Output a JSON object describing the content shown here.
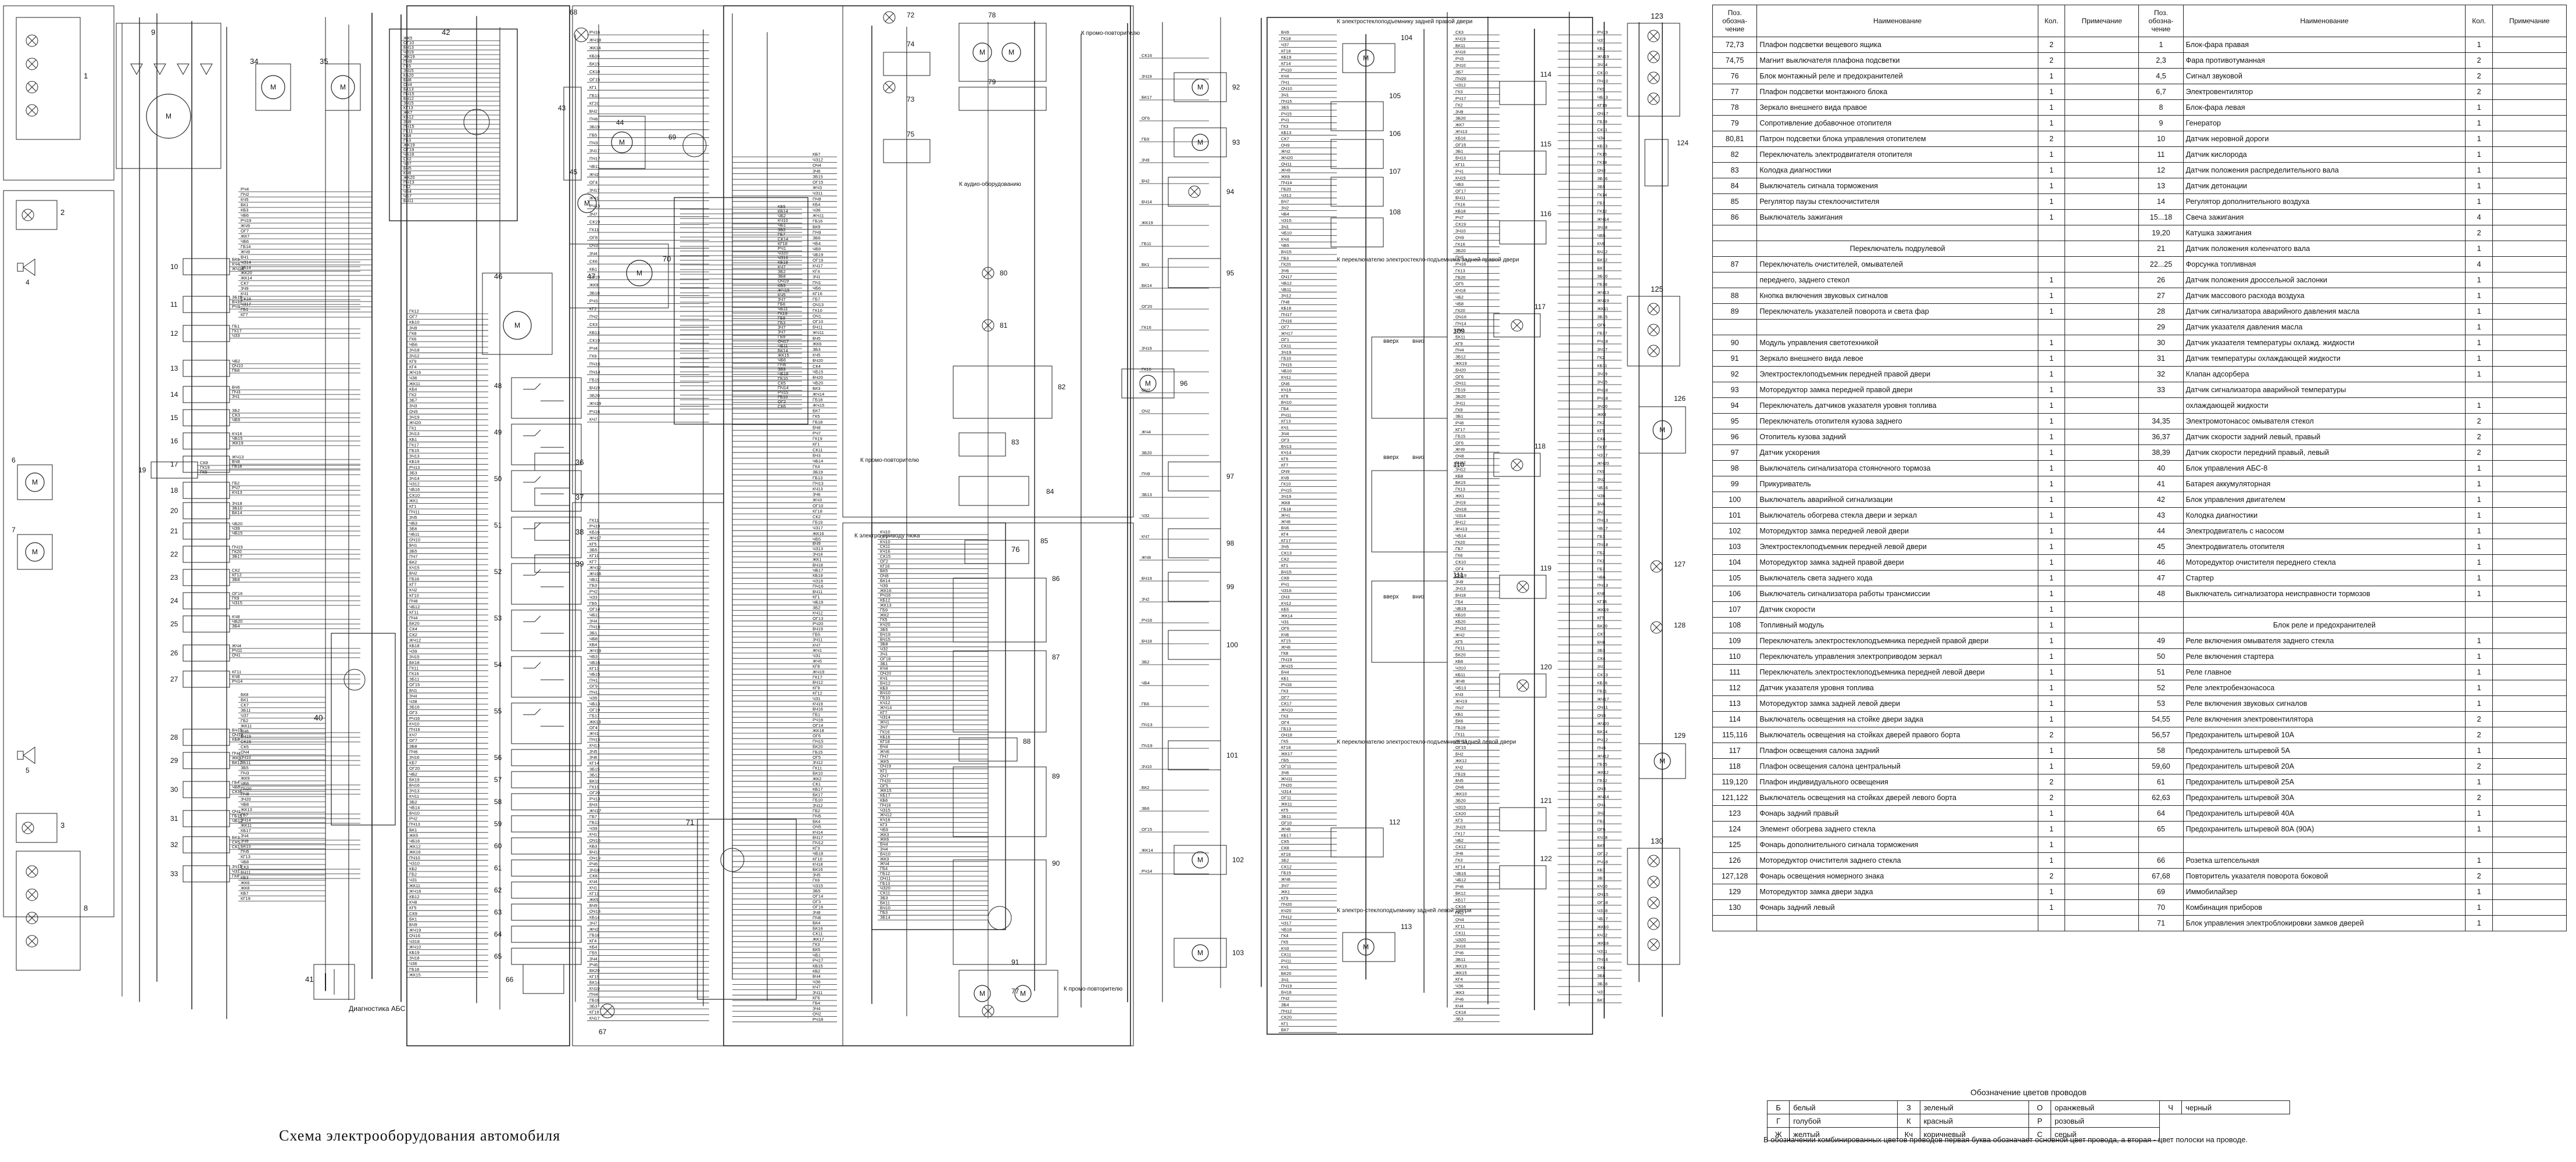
{
  "caption": "Схема электрооборудования автомобиля",
  "diagram": {
    "component_numbers": [
      "1",
      "2",
      "3",
      "4",
      "5",
      "6",
      "7",
      "8",
      "9",
      "10",
      "11",
      "12",
      "13",
      "14",
      "15",
      "16",
      "17",
      "18",
      "19",
      "20",
      "21",
      "22",
      "23",
      "24",
      "25",
      "26",
      "27",
      "28",
      "29",
      "30",
      "31",
      "32",
      "33",
      "34",
      "35",
      "36",
      "37",
      "38",
      "39",
      "40",
      "41",
      "42",
      "43",
      "44",
      "45",
      "46",
      "47",
      "48",
      "49",
      "50",
      "51",
      "52",
      "53",
      "54",
      "55",
      "56",
      "57",
      "58",
      "59",
      "60",
      "61",
      "62",
      "63",
      "64",
      "65",
      "66",
      "67",
      "68",
      "69",
      "70",
      "71",
      "72",
      "73",
      "74",
      "75",
      "76",
      "77",
      "78",
      "79",
      "80",
      "81",
      "82",
      "83",
      "84",
      "85",
      "86",
      "87",
      "88",
      "89",
      "90",
      "91",
      "92",
      "93",
      "94",
      "95",
      "96",
      "97",
      "98",
      "99",
      "100",
      "101",
      "102",
      "103",
      "104",
      "105",
      "106",
      "107",
      "108",
      "109",
      "110",
      "111",
      "112",
      "113",
      "114",
      "115",
      "116",
      "117",
      "118",
      "119",
      "120",
      "121",
      "122",
      "123",
      "124",
      "125",
      "126",
      "127",
      "128",
      "129",
      "130"
    ],
    "annotations": {
      "abs_label": "Диагностика АБС",
      "door_right_front": "К электростеклоподъемнику задней правой двери",
      "door_left_rear": "К электро-стеклоподъемнику задней левой двери",
      "switch_right": "К переключателю электростекло-подъемника задней правой двери",
      "switch_left": "К переключателю электростекло-подъемника задней левой двери",
      "audio": "К аудио-оборудованию",
      "horn_top": "К промо-повторителю",
      "horn_mid": "К промо-повторителю",
      "horn_bottom": "К промо-повторителю",
      "mirror_drive": "К электро-приводу люка",
      "up1": "вверх",
      "down1": "вниз",
      "up2": "вверх",
      "down2": "вниз",
      "up3": "вверх",
      "down3": "вниз"
    }
  },
  "parts_table": {
    "headers": [
      "Поз. обозна-чение",
      "Наименование",
      "Кол.",
      "Примечание",
      "Поз. обозна-чение",
      "Наименование",
      "Кол.",
      "Примечание"
    ],
    "rows": [
      [
        "72,73",
        "Плафон подсветки вещевого ящика",
        "2",
        "",
        "1",
        "Блок-фара правая",
        "1",
        ""
      ],
      [
        "74,75",
        "Магнит выключателя плафона подсветки",
        "2",
        "",
        "2,3",
        "Фара противотуманная",
        "2",
        ""
      ],
      [
        "76",
        "Блок монтажный реле и предохранителей",
        "1",
        "",
        "4,5",
        "Сигнал звуковой",
        "2",
        ""
      ],
      [
        "77",
        "Плафон подсветки монтажного блока",
        "1",
        "",
        "6,7",
        "Электровентилятор",
        "2",
        ""
      ],
      [
        "78",
        "Зеркало внешнего вида правое",
        "1",
        "",
        "8",
        "Блок-фара левая",
        "1",
        ""
      ],
      [
        "79",
        "Сопротивление добавочное отопителя",
        "1",
        "",
        "9",
        "Генератор",
        "1",
        ""
      ],
      [
        "80,81",
        "Патрон подсветки блока управления отопителем",
        "2",
        "",
        "10",
        "Датчик неровной дороги",
        "1",
        ""
      ],
      [
        "82",
        "Переключатель электродвигателя отопителя",
        "1",
        "",
        "11",
        "Датчик кислорода",
        "1",
        ""
      ],
      [
        "83",
        "Колодка диагностики",
        "1",
        "",
        "12",
        "Датчик положения распределительного вала",
        "1",
        ""
      ],
      [
        "84",
        "Выключатель сигнала торможения",
        "1",
        "",
        "13",
        "Датчик детонации",
        "1",
        ""
      ],
      [
        "85",
        "Регулятор паузы стеклоочистителя",
        "1",
        "",
        "14",
        "Регулятор дополнительного воздуха",
        "1",
        ""
      ],
      [
        "86",
        "Выключатель зажигания",
        "1",
        "",
        "15...18",
        "Свеча зажигания",
        "4",
        ""
      ],
      [
        "",
        "",
        "",
        "",
        "19,20",
        "Катушка зажигания",
        "2",
        ""
      ],
      [
        "",
        "Переключатель подрулевой",
        "",
        "",
        "21",
        "Датчик положения коленчатого вала",
        "1",
        ""
      ],
      [
        "87",
        "Переключатель очистителей, омывателей",
        "",
        "",
        "22...25",
        "Форсунка топливная",
        "4",
        ""
      ],
      [
        "",
        "переднего, заднего стекол",
        "1",
        "",
        "26",
        "Датчик положения дроссельной заслонки",
        "1",
        ""
      ],
      [
        "88",
        "Кнопка включения звуковых сигналов",
        "1",
        "",
        "27",
        "Датчик массового расхода воздуха",
        "1",
        ""
      ],
      [
        "89",
        "Переключатель указателей поворота и света фар",
        "1",
        "",
        "28",
        "Датчик сигнализатора аварийного давления масла",
        "1",
        ""
      ],
      [
        "",
        "",
        "",
        "",
        "29",
        "Датчик указателя давления масла",
        "1",
        ""
      ],
      [
        "90",
        "Модуль управления светотехникой",
        "1",
        "",
        "30",
        "Датчик указателя температуры охлажд. жидкости",
        "1",
        ""
      ],
      [
        "91",
        "Зеркало внешнего вида левое",
        "1",
        "",
        "31",
        "Датчик температуры охлаждающей жидкости",
        "1",
        ""
      ],
      [
        "92",
        "Электростеклоподъемник передней правой двери",
        "1",
        "",
        "32",
        "Клапан адсорбера",
        "1",
        ""
      ],
      [
        "93",
        "Моторедуктор замка передней правой двери",
        "1",
        "",
        "33",
        "Датчик сигнализатора аварийной температуры",
        "",
        ""
      ],
      [
        "94",
        "Переключатель датчиков указателя уровня топлива",
        "1",
        "",
        "",
        "охлаждающей жидкости",
        "1",
        ""
      ],
      [
        "95",
        "Переключатель отопителя кузова заднего",
        "1",
        "",
        "34,35",
        "Электромотонасос омывателя стекол",
        "2",
        ""
      ],
      [
        "96",
        "Отопитель кузова задний",
        "1",
        "",
        "36,37",
        "Датчик скорости задний левый, правый",
        "2",
        ""
      ],
      [
        "97",
        "Датчик ускорения",
        "1",
        "",
        "38,39",
        "Датчик скорости передний правый, левый",
        "2",
        ""
      ],
      [
        "98",
        "Выключатель сигнализатора стояночного тормоза",
        "1",
        "",
        "40",
        "Блок управления АБС-8",
        "1",
        ""
      ],
      [
        "99",
        "Прикуриватель",
        "1",
        "",
        "41",
        "Батарея аккумуляторная",
        "1",
        ""
      ],
      [
        "100",
        "Выключатель аварийной сигнализации",
        "1",
        "",
        "42",
        "Блок управления двигателем",
        "1",
        ""
      ],
      [
        "101",
        "Выключатель обогрева стекла двери и зеркал",
        "1",
        "",
        "43",
        "Колодка диагностики",
        "1",
        ""
      ],
      [
        "102",
        "Моторедуктор замка передней левой двери",
        "1",
        "",
        "44",
        "Электродвигатель с насосом",
        "1",
        ""
      ],
      [
        "103",
        "Электростеклоподъемник передней левой двери",
        "1",
        "",
        "45",
        "Электродвигатель отопителя",
        "1",
        ""
      ],
      [
        "104",
        "Моторедуктор замка задней правой двери",
        "1",
        "",
        "46",
        "Моторедуктор очистителя переднего стекла",
        "1",
        ""
      ],
      [
        "105",
        "Выключатель света заднего хода",
        "1",
        "",
        "47",
        "Стартер",
        "1",
        ""
      ],
      [
        "106",
        "Выключатель сигнализатора работы трансмиссии",
        "1",
        "",
        "48",
        "Выключатель сигнализатора неисправности тормозов",
        "1",
        ""
      ],
      [
        "107",
        "Датчик скорости",
        "1",
        "",
        "",
        "",
        "",
        ""
      ],
      [
        "108",
        "Топливный модуль",
        "1",
        "",
        "",
        "Блок реле и предохранителей",
        "",
        ""
      ],
      [
        "109",
        "Переключатель электростеклоподъемника передней правой двери",
        "1",
        "",
        "49",
        "Реле включения омывателя заднего стекла",
        "1",
        ""
      ],
      [
        "110",
        "Переключатель управления электроприводом зеркал",
        "1",
        "",
        "50",
        "Реле включения стартера",
        "1",
        ""
      ],
      [
        "111",
        "Переключатель электростеклоподъемника передней левой двери",
        "1",
        "",
        "51",
        "Реле главное",
        "1",
        ""
      ],
      [
        "112",
        "Датчик указателя уровня топлива",
        "1",
        "",
        "52",
        "Реле электробензонасоса",
        "1",
        ""
      ],
      [
        "113",
        "Моторедуктор замка задней левой двери",
        "1",
        "",
        "53",
        "Реле включения звуковых сигналов",
        "1",
        ""
      ],
      [
        "114",
        "Выключатель освещения на стойке двери задка",
        "1",
        "",
        "54,55",
        "Реле включения электровентилятора",
        "2",
        ""
      ],
      [
        "115,116",
        "Выключатель освещения на стойках дверей правого борта",
        "2",
        "",
        "56,57",
        "Предохранитель штыревой 10А",
        "2",
        ""
      ],
      [
        "117",
        "Плафон освещения салона задний",
        "1",
        "",
        "58",
        "Предохранитель штыревой 5А",
        "1",
        ""
      ],
      [
        "118",
        "Плафон освещения салона центральный",
        "1",
        "",
        "59,60",
        "Предохранитель штыревой 20А",
        "2",
        ""
      ],
      [
        "119,120",
        "Плафон индивидуального освещения",
        "2",
        "",
        "61",
        "Предохранитель штыревой 25А",
        "1",
        ""
      ],
      [
        "121,122",
        "Выключатель освещения на стойках дверей левого борта",
        "2",
        "",
        "62,63",
        "Предохранитель штыревой 30А",
        "2",
        ""
      ],
      [
        "123",
        "Фонарь задний правый",
        "1",
        "",
        "64",
        "Предохранитель штыревой 40А",
        "1",
        ""
      ],
      [
        "124",
        "Элемент обогрева заднего стекла",
        "1",
        "",
        "65",
        "Предохранитель штыревой 80А (90А)",
        "1",
        ""
      ],
      [
        "125",
        "Фонарь дополнительного сигнала торможения",
        "1",
        "",
        "",
        "",
        "",
        ""
      ],
      [
        "126",
        "Моторедуктор очистителя заднего стекла",
        "1",
        "",
        "66",
        "Розетка штепсельная",
        "1",
        ""
      ],
      [
        "127,128",
        "Фонарь освещения номерного знака",
        "2",
        "",
        "67,68",
        "Повторитель указателя поворота боковой",
        "2",
        ""
      ],
      [
        "129",
        "Моторедуктор замка двери задка",
        "1",
        "",
        "69",
        "Иммобилайзер",
        "1",
        ""
      ],
      [
        "130",
        "Фонарь задний левый",
        "1",
        "",
        "70",
        "Комбинация приборов",
        "1",
        ""
      ],
      [
        "",
        "",
        "",
        "",
        "71",
        "Блок управления электроблокировки замков дверей",
        "1",
        ""
      ]
    ]
  },
  "wire_colors": {
    "title": "Обозначение цветов проводов",
    "rows": [
      [
        {
          "k": "Б",
          "v": "белый"
        },
        {
          "k": "З",
          "v": "зеленый"
        },
        {
          "k": "О",
          "v": "оранжевый"
        },
        {
          "k": "Ч",
          "v": "черный"
        }
      ],
      [
        {
          "k": "Г",
          "v": "голубой"
        },
        {
          "k": "К",
          "v": "красный"
        },
        {
          "k": "Р",
          "v": "розовый"
        }
      ],
      [
        {
          "k": "Ж",
          "v": "желтый"
        },
        {
          "k": "Кч",
          "v": "коричневый"
        },
        {
          "k": "С",
          "v": "серый"
        }
      ]
    ]
  },
  "note": "В обозначении комбинированных цветов проводов первая буква обозначает основной цвет провода, а вторая - цвет полоски на проводе."
}
